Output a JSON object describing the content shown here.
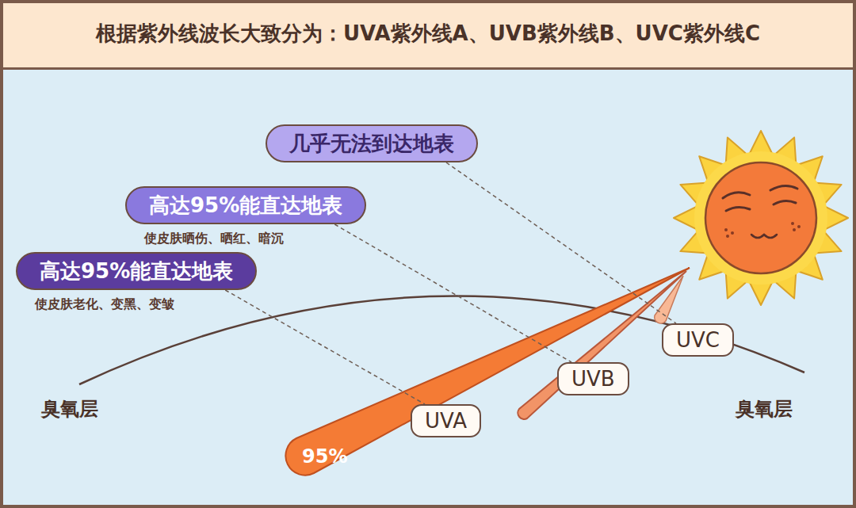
{
  "diagram": {
    "title": "根据紫外线波长大致分为：UVA紫外线A、UVB紫外线B、UVC紫外线C",
    "nodes": [
      {
        "text": [
          "几乎无法到达地表"
        ]
      },
      {
        "text": [
          "高达95%能直达地表",
          "使皮肤晒伤、晒红、暗沉"
        ]
      },
      {
        "text": [
          "高达95%能直达地表",
          "使皮肤老化、变黑、变皱"
        ]
      },
      {
        "text": [
          "UVC"
        ]
      },
      {
        "text": [
          "UVB"
        ]
      },
      {
        "text": [
          "UVA"
        ]
      }
    ],
    "edges": [
      {
        "from": 0,
        "to": 3,
        "arrow": "none"
      },
      {
        "from": 1,
        "to": 4,
        "arrow": "none"
      },
      {
        "from": 2,
        "to": 5,
        "arrow": "none"
      }
    ],
    "labels": [
      "臭氧层",
      "臭氧层",
      "95%"
    ]
  }
}
